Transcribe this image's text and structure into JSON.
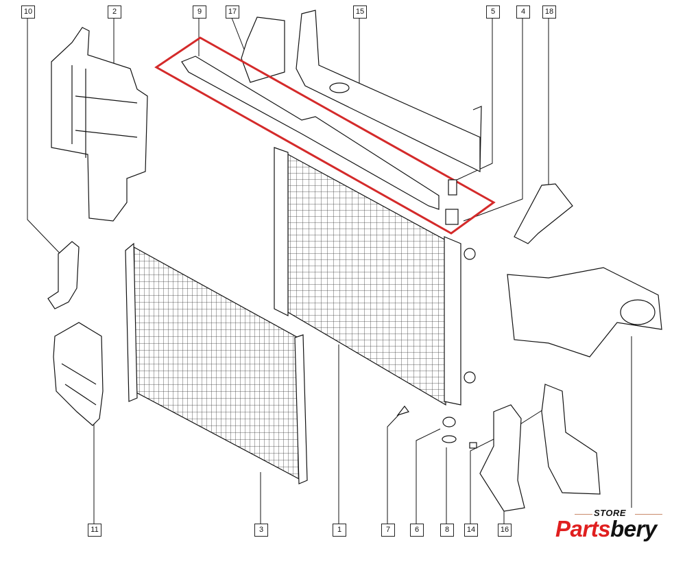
{
  "diagram": {
    "title": "Radiator and cooling module exploded view",
    "highlight_color": "#d42a2a",
    "part_labels": {
      "p10": "10",
      "p2": "2",
      "p9": "9",
      "p17": "17",
      "p15": "15",
      "p5": "5",
      "p4": "4",
      "p18": "18",
      "p11": "11",
      "p3": "3",
      "p1": "1",
      "p7": "7",
      "p6": "6",
      "p8": "8",
      "p14": "14",
      "p16": "16"
    },
    "highlighted_part": "9"
  },
  "logo": {
    "store": "STORE",
    "brand_a": "Parts",
    "brand_b": "bery",
    "brand_color": "#e01f1f"
  }
}
